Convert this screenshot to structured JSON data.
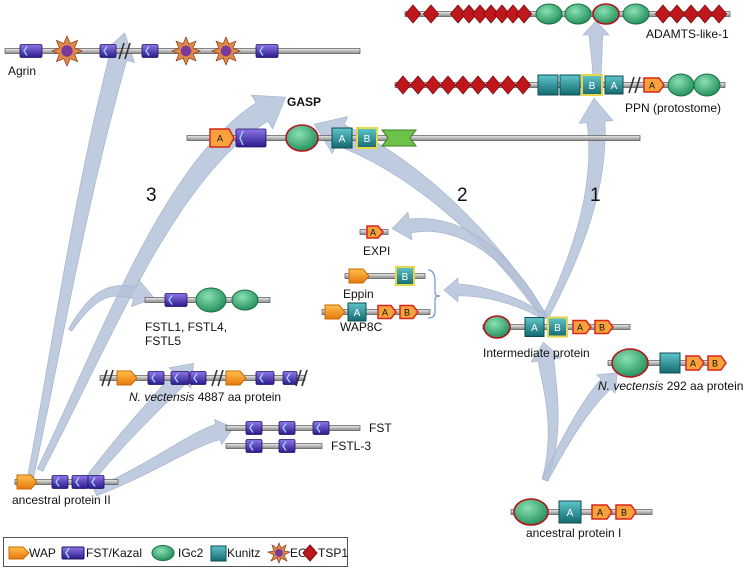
{
  "labels": {
    "agrin": "Agrin",
    "adamts": "ADAMTS-like-1",
    "ppn": "PPN (protostome)",
    "gasp": "GASP",
    "expi": "EXPI",
    "eppin": "Eppin",
    "wap8c": "WAP8C",
    "fstl": [
      "FSTL1, FSTL4,",
      "FSTL5"
    ],
    "intermediate": "Intermediate protein",
    "nv292_italic": "N. vectensis",
    "nv292_rest": " 292 aa protein",
    "nv4887_italic": "N. vectensis",
    "nv4887_rest": " 4887 aa protein",
    "fst": "FST",
    "fstl3": "FSTL-3",
    "anc2": "ancestral protein II",
    "anc1": "ancestral protein I"
  },
  "arrow_numbers": [
    "1",
    "2",
    "3"
  ],
  "domain_letters": {
    "a": "A",
    "b": "B"
  },
  "legend": [
    {
      "name": "WAP"
    },
    {
      "name": "FST/Kazal"
    },
    {
      "name": "IGc2"
    },
    {
      "name": "Kunitz"
    },
    {
      "name": "EGF"
    },
    {
      "name": "TSP1"
    }
  ],
  "colors": {
    "arrow": "#b4c2d8",
    "wap": "#f7941d",
    "fst": "#4b2fb5",
    "igc2": "#2eaa6e",
    "kunitz": "#1d8f96",
    "egf": "#a8522a",
    "tsp1": "#c0171d",
    "ab_domain": "#f05a22"
  }
}
